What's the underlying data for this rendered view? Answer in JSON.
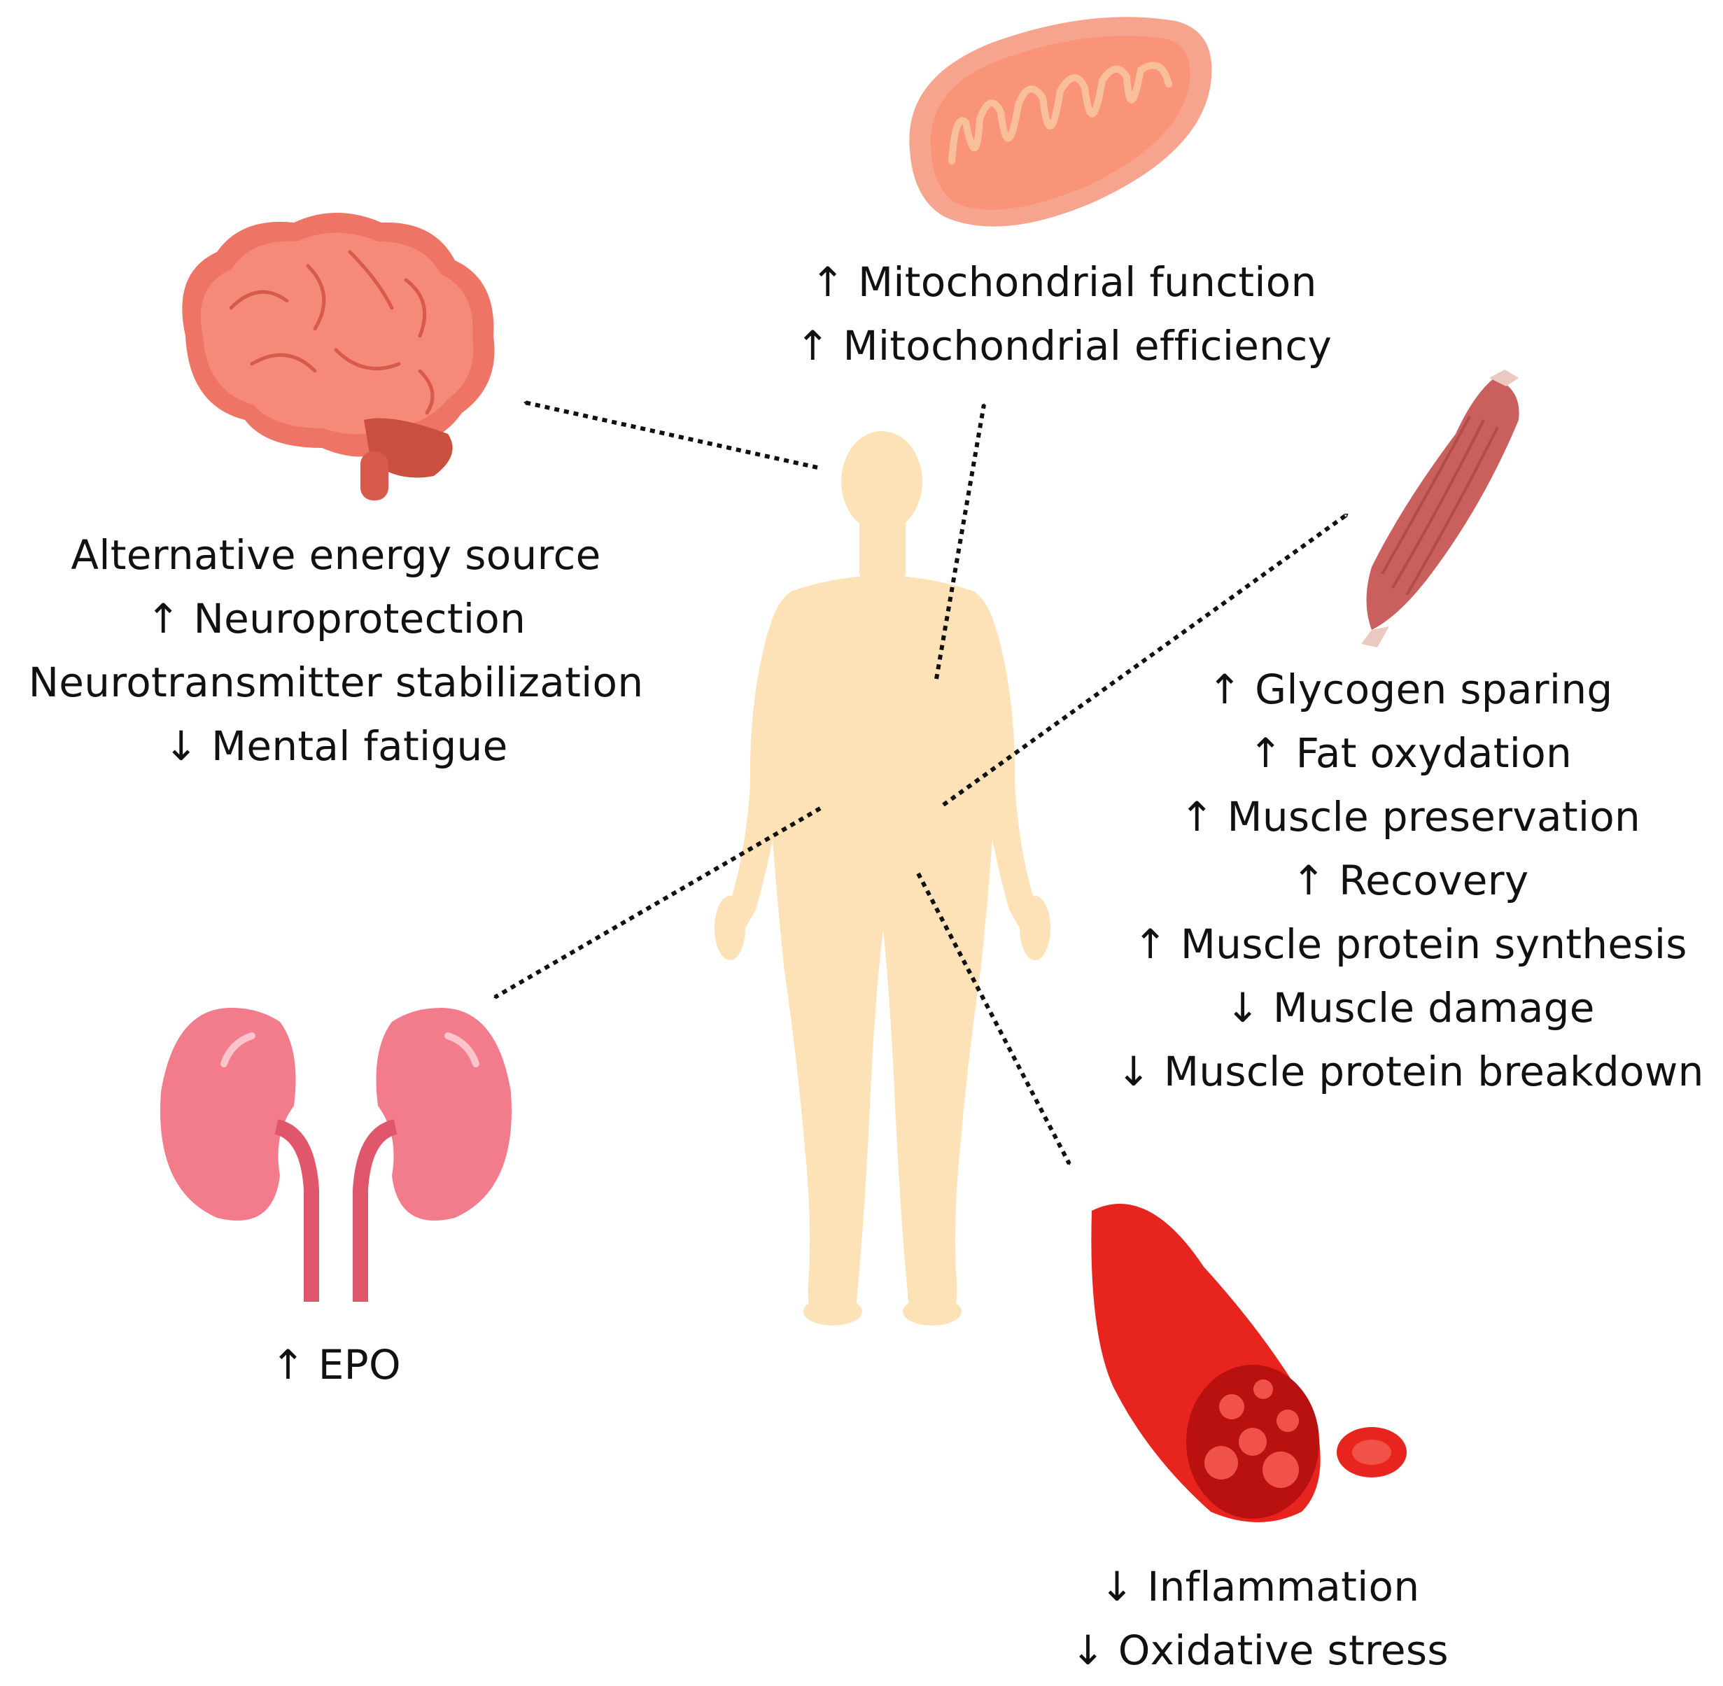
{
  "diagram": {
    "mitochondria": {
      "icon": "mitochondria-icon",
      "effects": [
        "↑ Mitochondrial function",
        "↑ Mitochondrial efficiency"
      ]
    },
    "brain": {
      "icon": "brain-icon",
      "effects": [
        "Alternative energy source",
        "↑ Neuroprotection",
        "Neurotransmitter stabilization",
        "↓ Mental fatigue"
      ]
    },
    "muscle": {
      "icon": "muscle-icon",
      "effects": [
        "↑ Glycogen sparing",
        "↑ Fat oxydation",
        "↑ Muscle preservation",
        "↑ Recovery",
        "↑ Muscle protein synthesis",
        "↓ Muscle damage",
        "↓ Muscle protein breakdown"
      ]
    },
    "kidney": {
      "icon": "kidney-icon",
      "effects": [
        "↑ EPO"
      ]
    },
    "blood_vessel": {
      "icon": "blood-vessel-icon",
      "effects": [
        "↓ Inflammation",
        "↓ Oxidative stress"
      ]
    },
    "body": {
      "icon": "human-body-silhouette-icon"
    },
    "colors": {
      "body": "#FDE2B8",
      "arrow": "#111111",
      "brain": "#EE7566",
      "mitochondria": "#F99479",
      "muscle": "#C9605E",
      "kidney": "#F27B8C",
      "blood": "#E8241E"
    }
  }
}
